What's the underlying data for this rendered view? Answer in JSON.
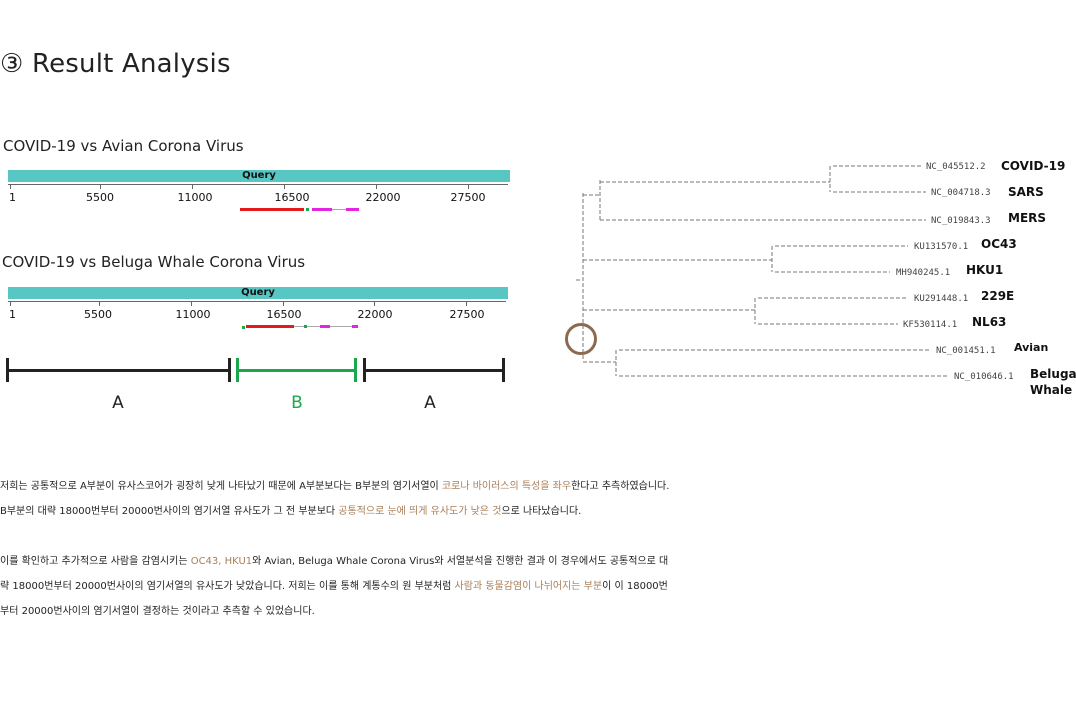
{
  "section_title": "③ Result Analysis",
  "blast": [
    {
      "subtitle": "COVID-19 vs Avian Corona Virus",
      "query_label": "Query",
      "ticks": [
        "1",
        "5500",
        "11000",
        "16500",
        "22000",
        "27500"
      ]
    },
    {
      "subtitle": "COVID-19 vs Beluga Whale Corona Virus",
      "query_label": "Query",
      "ticks": [
        "1",
        "5500",
        "11000",
        "16500",
        "22000",
        "27500"
      ]
    }
  ],
  "segments": {
    "a1": "A",
    "b": "B",
    "a2": "A"
  },
  "colors": {
    "teal": "#58c7c3",
    "red": "#e41a1c",
    "magenta": "#e524e0",
    "green": "#1aa84b",
    "highlight": "#a8805a",
    "circle": "#8b6a4f"
  },
  "tree": {
    "leaves": [
      {
        "acc": "NC_045512.2",
        "name": "COVID-19"
      },
      {
        "acc": "NC_004718.3",
        "name": "SARS"
      },
      {
        "acc": "NC_019843.3",
        "name": "MERS"
      },
      {
        "acc": "KU131570.1",
        "name": "OC43"
      },
      {
        "acc": "MH940245.1",
        "name": "HKU1"
      },
      {
        "acc": "KU291448.1",
        "name": "229E"
      },
      {
        "acc": "KF530114.1",
        "name": "NL63"
      },
      {
        "acc": "NC_001451.1",
        "name": "Avian"
      },
      {
        "acc": "NC_010646.1",
        "name": "Beluga",
        "name2": "Whale"
      }
    ]
  },
  "paragraphs": {
    "p1_l1_a": "저희는 공통적으로 A부분이 유사스코어가 굉장히 낮게 나타났기 때문에 A부분보다는 B부분의 염기서열이 ",
    "p1_l1_hl": "코로나 바이러스의 특성을 좌우",
    "p1_l1_b": "한다고 추측하였습니다.",
    "p1_l2_a": "B부분의 대략 18000번부터 20000번사이의 염기서열 유사도가 그 전 부분보다 ",
    "p1_l2_hl": "공통적으로 눈에 띄게 유사도가 낮은 것",
    "p1_l2_b": "으로 나타났습니다.",
    "p2_l1_a": "이를 확인하고 추가적으로 사람을 감염시키는 ",
    "p2_l1_hl": "OC43,  HKU1",
    "p2_l1_b": "와 Avian,  Beluga Whale Corona Virus와 서열분석을 진행한 결과 이 경우에서도 공통적으로 대",
    "p2_l2_a": "략 18000번부터  20000번사이의  염기서열의 유사도가 낮았습니다. 저희는 이를 통해 계통수의 원 부분처럼 ",
    "p2_l2_hl": "사람과 동물감염이 나뉘어지는 부분",
    "p2_l2_b": "이 이 18000번",
    "p2_l3": "부터 20000번사이의 염기서열이 결정하는 것이라고 추측할 수 있었습니다."
  }
}
